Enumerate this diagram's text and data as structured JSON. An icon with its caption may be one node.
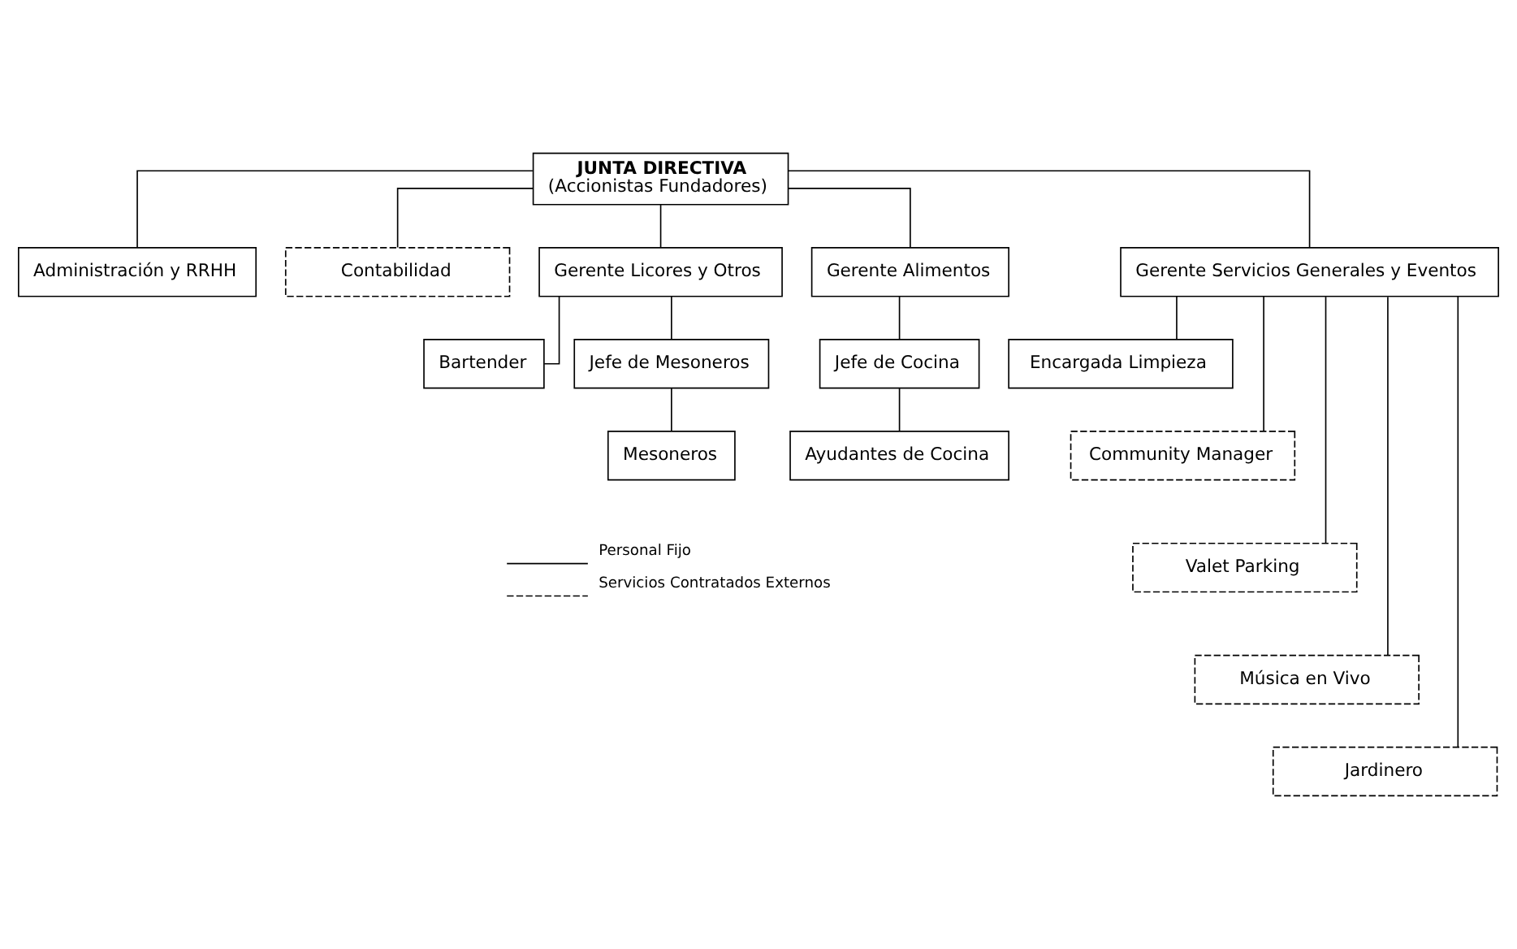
{
  "diagram": {
    "nodes": [
      {
        "text": [
          "JUNTA DIRECTIVA",
          "(Accionistas Fundadores)"
        ]
      },
      {
        "text": [
          "Administración y RRHH"
        ]
      },
      {
        "text": [
          "Contabilidad"
        ]
      },
      {
        "text": [
          "Gerente Licores y Otros"
        ]
      },
      {
        "text": [
          "Gerente Alimentos"
        ]
      },
      {
        "text": [
          "Gerente Servicios Generales y Eventos"
        ]
      },
      {
        "text": [
          "Bartender"
        ]
      },
      {
        "text": [
          "Jefe de Mesoneros"
        ]
      },
      {
        "text": [
          "Mesoneros"
        ]
      },
      {
        "text": [
          "Jefe de Cocina"
        ]
      },
      {
        "text": [
          "Ayudantes de Cocina"
        ]
      },
      {
        "text": [
          "Encargada Limpieza"
        ]
      },
      {
        "text": [
          "Community Manager"
        ]
      },
      {
        "text": [
          "Valet Parking"
        ]
      },
      {
        "text": [
          "Música en Vivo"
        ]
      },
      {
        "text": [
          "Jardinero"
        ]
      }
    ],
    "edges": [
      {
        "from": 0,
        "to": 1,
        "arrow": "none"
      },
      {
        "from": 0,
        "to": 2,
        "arrow": "none"
      },
      {
        "from": 0,
        "to": 3,
        "arrow": "none"
      },
      {
        "from": 0,
        "to": 4,
        "arrow": "none"
      },
      {
        "from": 0,
        "to": 5,
        "arrow": "none"
      },
      {
        "from": 3,
        "to": 6,
        "arrow": "none"
      },
      {
        "from": 3,
        "to": 7,
        "arrow": "none"
      },
      {
        "from": 7,
        "to": 8,
        "arrow": "none"
      },
      {
        "from": 4,
        "to": 9,
        "arrow": "none"
      },
      {
        "from": 9,
        "to": 10,
        "arrow": "none"
      },
      {
        "from": 5,
        "to": 11,
        "arrow": "none"
      },
      {
        "from": 5,
        "to": 12,
        "arrow": "none"
      },
      {
        "from": 5,
        "to": 13,
        "arrow": "none"
      },
      {
        "from": 5,
        "to": 14,
        "arrow": "none"
      },
      {
        "from": 5,
        "to": 15,
        "arrow": "none"
      }
    ],
    "legend": [
      {
        "text": "Personal Fijo"
      },
      {
        "text": "Servicios Contratados Externos"
      }
    ]
  }
}
